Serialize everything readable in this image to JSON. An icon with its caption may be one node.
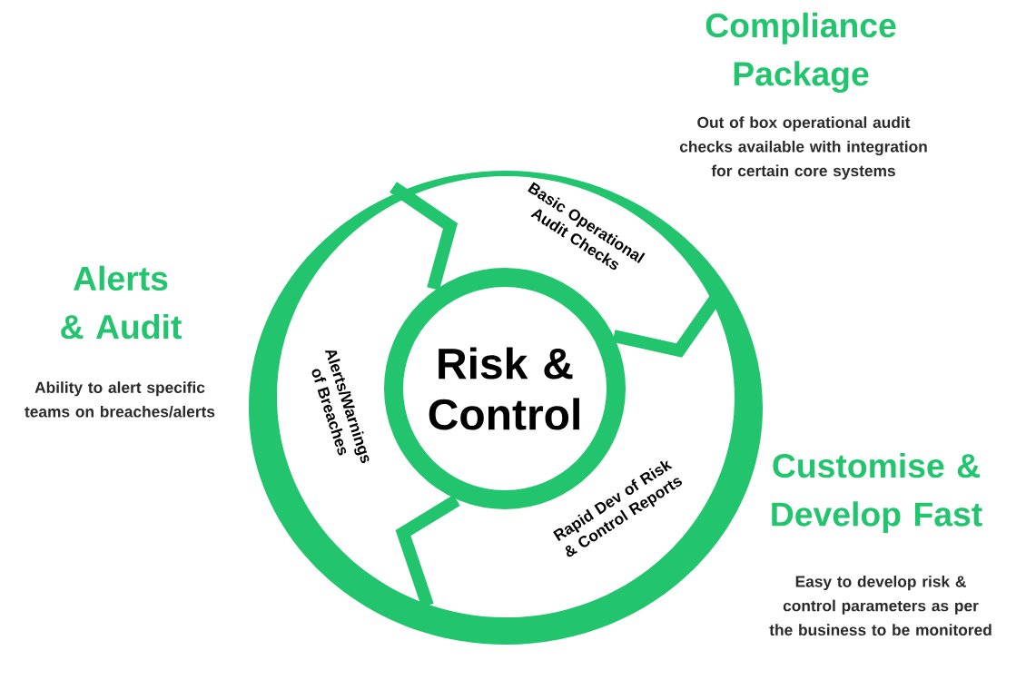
{
  "diagram": {
    "nodes": [
      {
        "text": [
          "Risk & Control"
        ]
      },
      {
        "text": [
          "Basic Operational Audit Checks"
        ]
      },
      {
        "text": [
          "Alerts/Warnings of Breaches"
        ]
      },
      {
        "text": [
          "Rapid Dev of Risk & Control Reports"
        ]
      }
    ],
    "labels": [
      "Compliance Package",
      "Out of box operational audit checks available with integration for certain core systems",
      "Alerts & Audit",
      "Ability to alert specific teams on breaches/alerts",
      "Customise & Develop Fast",
      "Easy to develop risk & control parameters as per the business to be monitored"
    ]
  }
}
